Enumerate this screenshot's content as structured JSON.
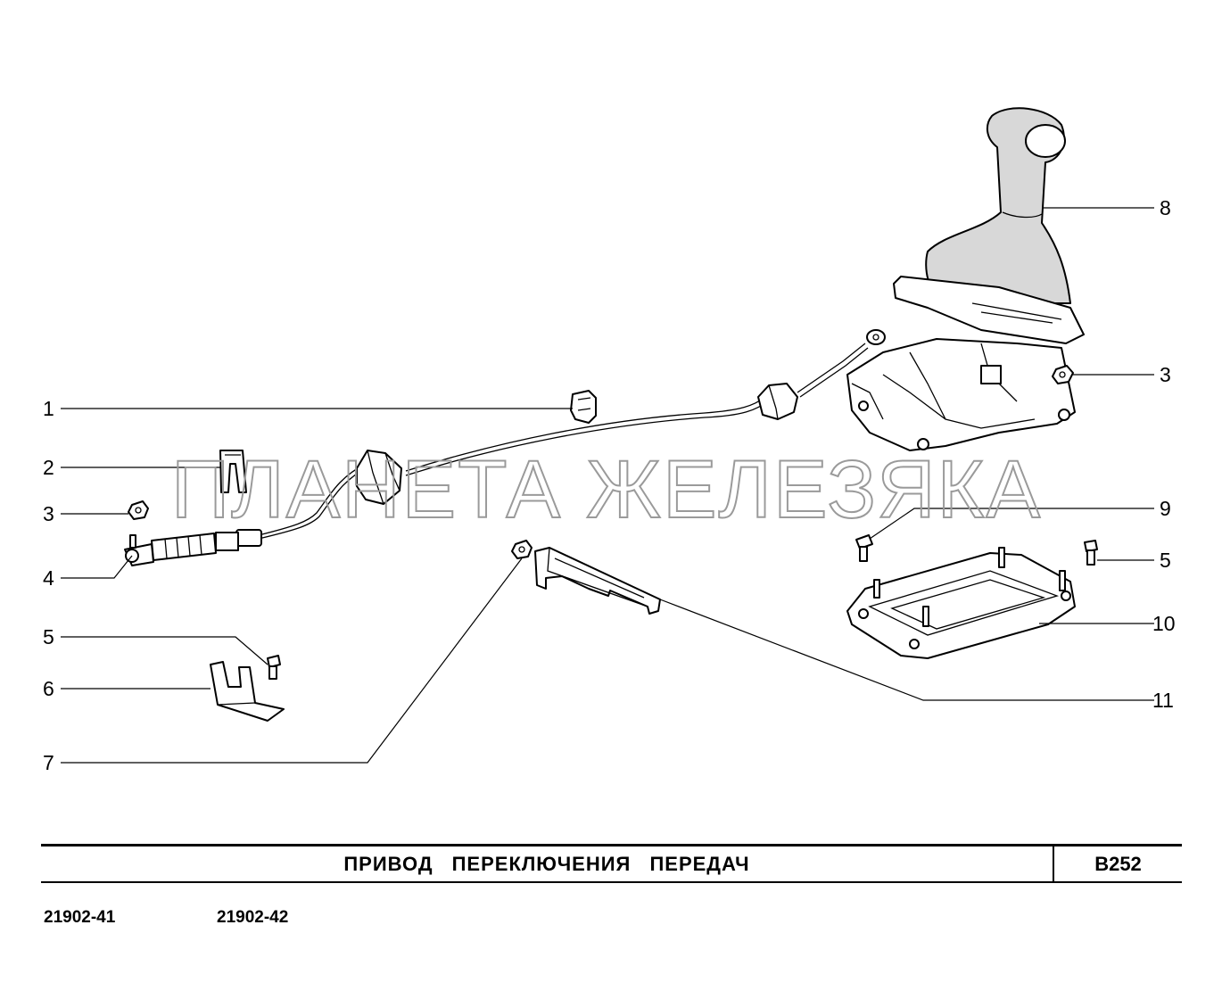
{
  "title": "ПРИВОД ПЕРЕКЛЮЧЕНИЯ ПЕРЕДАЧ",
  "page_code": "B252",
  "models": [
    "21902-41",
    "21902-42"
  ],
  "watermark": "ПЛАНЕТА ЖЕЛЕЗЯКА",
  "callouts": {
    "left": [
      "1",
      "2",
      "3",
      "4",
      "5",
      "6",
      "7"
    ],
    "right": [
      "8",
      "3",
      "9",
      "5",
      "10",
      "11"
    ]
  }
}
